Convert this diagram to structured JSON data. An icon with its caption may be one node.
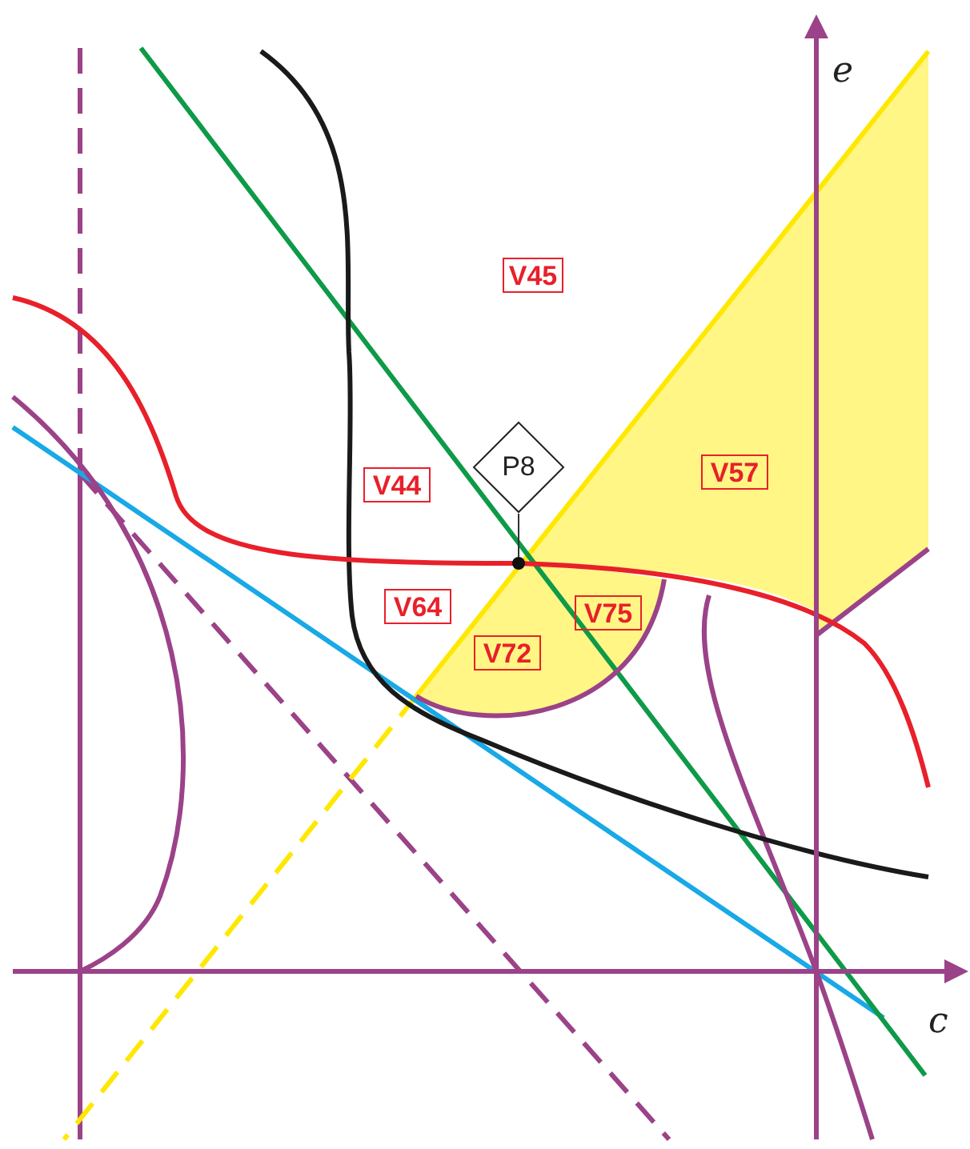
{
  "diagram": {
    "nodes": [
      {
        "text": [
          "V45"
        ]
      },
      {
        "text": [
          "P8"
        ]
      },
      {
        "text": [
          "V57"
        ]
      },
      {
        "text": [
          "V44"
        ]
      },
      {
        "text": [],
        "shape": "circle"
      },
      {
        "text": [
          "V64"
        ]
      },
      {
        "text": [
          "V75"
        ]
      },
      {
        "text": [
          "V72"
        ]
      }
    ],
    "edges": [
      {
        "from": 1,
        "to": 4,
        "arrow": "none"
      }
    ],
    "labels": [
      "e",
      "c"
    ]
  }
}
